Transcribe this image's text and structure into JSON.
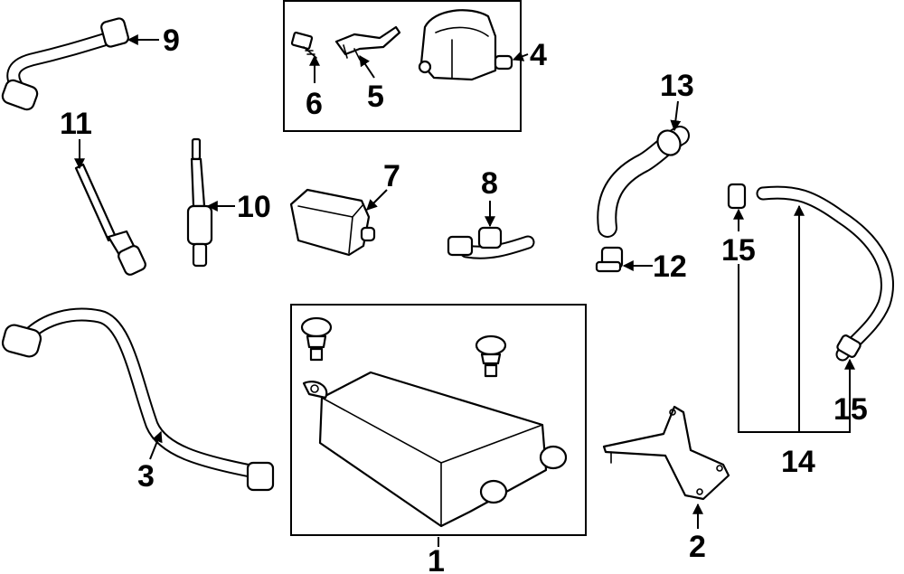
{
  "diagram": {
    "callouts": {
      "c1": "1",
      "c2": "2",
      "c3": "3",
      "c4": "4",
      "c5": "5",
      "c6": "6",
      "c7": "7",
      "c8": "8",
      "c9": "9",
      "c10": "10",
      "c11": "11",
      "c12": "12",
      "c13": "13",
      "c14": "14",
      "c15a": "15",
      "c15b": "15"
    }
  }
}
